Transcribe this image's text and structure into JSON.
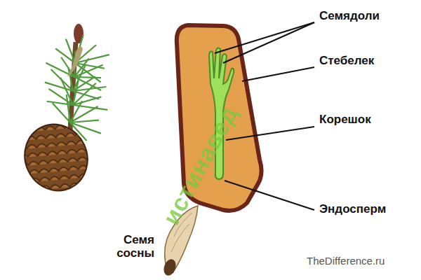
{
  "diagram": {
    "labels": [
      "Семядоли",
      "Стебелек",
      "Корешок",
      "Эндосперм",
      "Семя сосны",
      "TheDifference.ru",
      "истинавед"
    ]
  }
}
